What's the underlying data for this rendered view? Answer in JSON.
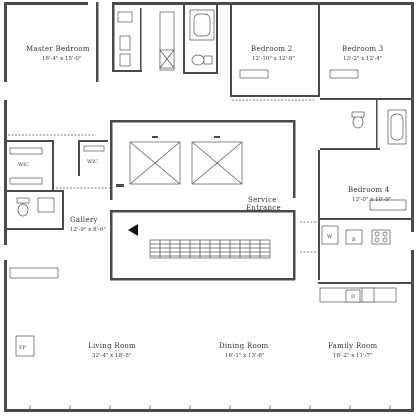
{
  "rooms": {
    "master_bedroom": {
      "name": "Master Bedroom",
      "dims": "18'-4\" x 15'-0\""
    },
    "bedroom2": {
      "name": "Bedroom 2",
      "dims": "12'-10\" x 12'-8\""
    },
    "bedroom3": {
      "name": "Bedroom 3",
      "dims": "13'-2\" x 12'-4\""
    },
    "bedroom4": {
      "name": "Bedroom 4",
      "dims": "13'-0\" x 10'-9\""
    },
    "gallery": {
      "name": "Gallery",
      "dims": "12'-9\" x 8'-6\""
    },
    "living_room": {
      "name": "Living Room",
      "dims": "32'-4\" x 18'-5\""
    },
    "dining_room": {
      "name": "Dining Room",
      "dims": "16'-1\" x 13'-6\""
    },
    "family_room": {
      "name": "Family Room",
      "dims": "16'-2\" x 11'-7\""
    }
  },
  "labels": {
    "wic_left": "WIC",
    "wic_right": "WIC",
    "service_line1": "Service",
    "service_line2": "Entrance",
    "fireplace": "FP",
    "washer": "W",
    "dryer": "D",
    "b_marker": "B"
  },
  "colors": {
    "walls": "#4a4a4a",
    "text": "#333333",
    "background": "#ffffff"
  }
}
